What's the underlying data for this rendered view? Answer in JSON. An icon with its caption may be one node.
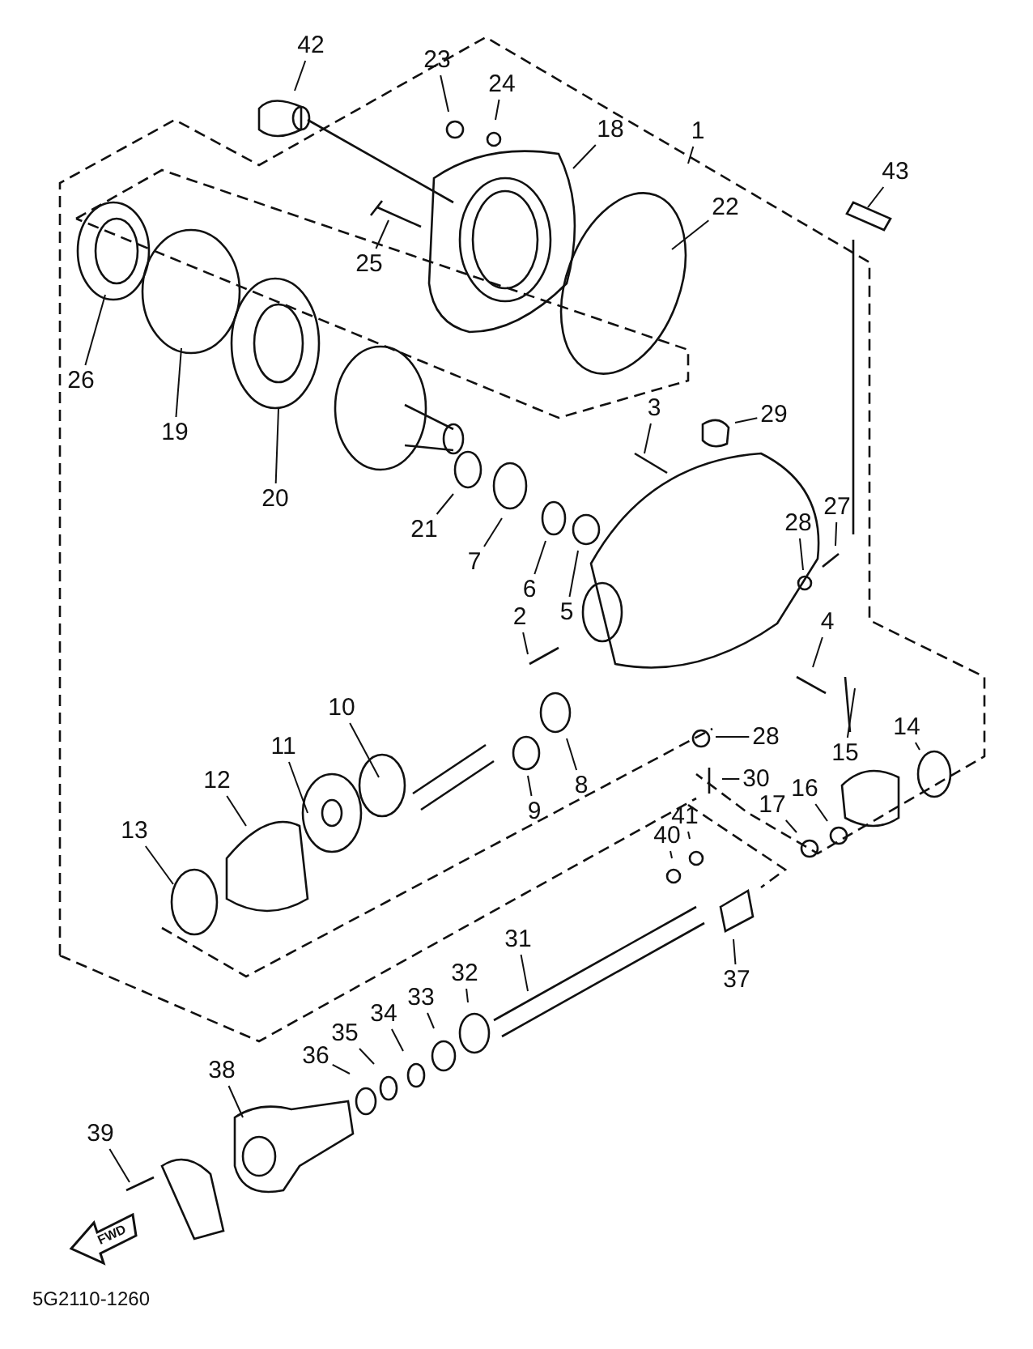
{
  "diagram": {
    "nodes": [
      {
        "text": [
          "42"
        ]
      },
      {
        "text": [
          "23"
        ]
      },
      {
        "text": [
          "24"
        ]
      },
      {
        "text": [
          "18"
        ]
      },
      {
        "text": [
          "1"
        ]
      },
      {
        "text": [
          "43"
        ]
      },
      {
        "text": [
          "22"
        ]
      },
      {
        "text": [
          "25"
        ]
      },
      {
        "text": [
          "26"
        ]
      },
      {
        "text": [
          "19"
        ]
      },
      {
        "text": [
          "20"
        ]
      },
      {
        "text": [
          "3"
        ]
      },
      {
        "text": [
          "29"
        ]
      },
      {
        "text": [
          "21"
        ]
      },
      {
        "text": [
          "7"
        ]
      },
      {
        "text": [
          "6"
        ]
      },
      {
        "text": [
          "5"
        ]
      },
      {
        "text": [
          "28"
        ]
      },
      {
        "text": [
          "27"
        ]
      },
      {
        "text": [
          "2"
        ]
      },
      {
        "text": [
          "4"
        ]
      },
      {
        "text": [
          "14"
        ]
      },
      {
        "text": [
          "15"
        ]
      },
      {
        "text": [
          "10"
        ]
      },
      {
        "text": [
          "11"
        ]
      },
      {
        "text": [
          "8"
        ]
      },
      {
        "text": [
          "9"
        ]
      },
      {
        "text": [
          "28"
        ]
      },
      {
        "text": [
          "30"
        ]
      },
      {
        "text": [
          "17"
        ]
      },
      {
        "text": [
          "16"
        ]
      },
      {
        "text": [
          "12"
        ]
      },
      {
        "text": [
          "13"
        ]
      },
      {
        "text": [
          "41"
        ]
      },
      {
        "text": [
          "40"
        ]
      },
      {
        "text": [
          "31"
        ]
      },
      {
        "text": [
          "37"
        ]
      },
      {
        "text": [
          "32"
        ]
      },
      {
        "text": [
          "33"
        ]
      },
      {
        "text": [
          "34"
        ]
      },
      {
        "text": [
          "35"
        ]
      },
      {
        "text": [
          "36"
        ]
      },
      {
        "text": [
          "38"
        ]
      },
      {
        "text": [
          "39"
        ]
      }
    ],
    "edges": [
      {
        "from": 0,
        "to": null,
        "arrow": "none"
      },
      {
        "from": 1,
        "to": null,
        "arrow": "none"
      },
      {
        "from": 2,
        "to": null,
        "arrow": "none"
      },
      {
        "from": 3,
        "to": null,
        "arrow": "none"
      },
      {
        "from": 4,
        "to": null,
        "arrow": "none"
      },
      {
        "from": 5,
        "to": null,
        "arrow": "none"
      },
      {
        "from": 6,
        "to": null,
        "arrow": "none"
      },
      {
        "from": 7,
        "to": null,
        "arrow": "none"
      },
      {
        "from": 8,
        "to": null,
        "arrow": "none"
      },
      {
        "from": 9,
        "to": null,
        "arrow": "none"
      },
      {
        "from": 10,
        "to": null,
        "arrow": "none"
      },
      {
        "from": 11,
        "to": null,
        "arrow": "none"
      },
      {
        "from": 12,
        "to": null,
        "arrow": "none"
      },
      {
        "from": 13,
        "to": null,
        "arrow": "none"
      },
      {
        "from": 14,
        "to": null,
        "arrow": "none"
      },
      {
        "from": 15,
        "to": null,
        "arrow": "none"
      },
      {
        "from": 16,
        "to": null,
        "arrow": "none"
      },
      {
        "from": 17,
        "to": null,
        "arrow": "none"
      },
      {
        "from": 18,
        "to": null,
        "arrow": "none"
      },
      {
        "from": 19,
        "to": null,
        "arrow": "none"
      },
      {
        "from": 20,
        "to": null,
        "arrow": "none"
      },
      {
        "from": 21,
        "to": null,
        "arrow": "none"
      },
      {
        "from": 22,
        "to": null,
        "arrow": "none"
      },
      {
        "from": 23,
        "to": null,
        "arrow": "none"
      },
      {
        "from": 24,
        "to": null,
        "arrow": "none"
      },
      {
        "from": 25,
        "to": null,
        "arrow": "none"
      },
      {
        "from": 26,
        "to": null,
        "arrow": "none"
      },
      {
        "from": 27,
        "to": null,
        "arrow": "none"
      },
      {
        "from": 28,
        "to": null,
        "arrow": "none"
      },
      {
        "from": 29,
        "to": null,
        "arrow": "none"
      },
      {
        "from": 30,
        "to": null,
        "arrow": "none"
      },
      {
        "from": 31,
        "to": null,
        "arrow": "none"
      },
      {
        "from": 32,
        "to": null,
        "arrow": "none"
      },
      {
        "from": 33,
        "to": null,
        "arrow": "none"
      },
      {
        "from": 34,
        "to": null,
        "arrow": "none"
      },
      {
        "from": 35,
        "to": null,
        "arrow": "none"
      },
      {
        "from": 36,
        "to": null,
        "arrow": "none"
      },
      {
        "from": 37,
        "to": null,
        "arrow": "none"
      },
      {
        "from": 38,
        "to": null,
        "arrow": "none"
      },
      {
        "from": 39,
        "to": null,
        "arrow": "none"
      },
      {
        "from": 40,
        "to": null,
        "arrow": "none"
      },
      {
        "from": 41,
        "to": null,
        "arrow": "none"
      },
      {
        "from": 42,
        "to": null,
        "arrow": "none"
      },
      {
        "from": 43,
        "to": null,
        "arrow": "none"
      }
    ],
    "labels": [
      "FWD",
      "5G2110-1260"
    ]
  }
}
